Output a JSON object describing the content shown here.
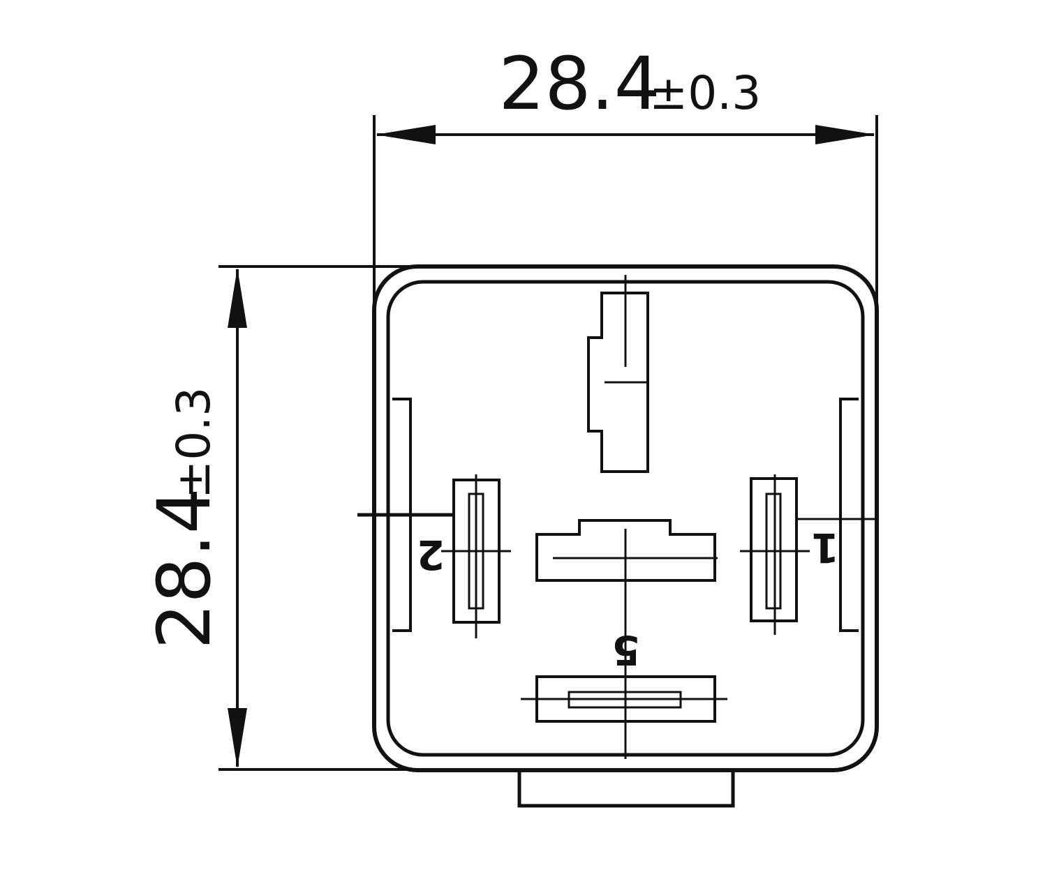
{
  "dimensions": {
    "width": {
      "value": "28.4",
      "tolerance": "±0.3"
    },
    "height": {
      "value": "28.4",
      "tolerance": "±0.3"
    }
  },
  "pins": {
    "pin_1": "1",
    "pin_2": "2",
    "pin_5": "5"
  },
  "colors": {
    "line": "#111111",
    "background": "#ffffff"
  }
}
